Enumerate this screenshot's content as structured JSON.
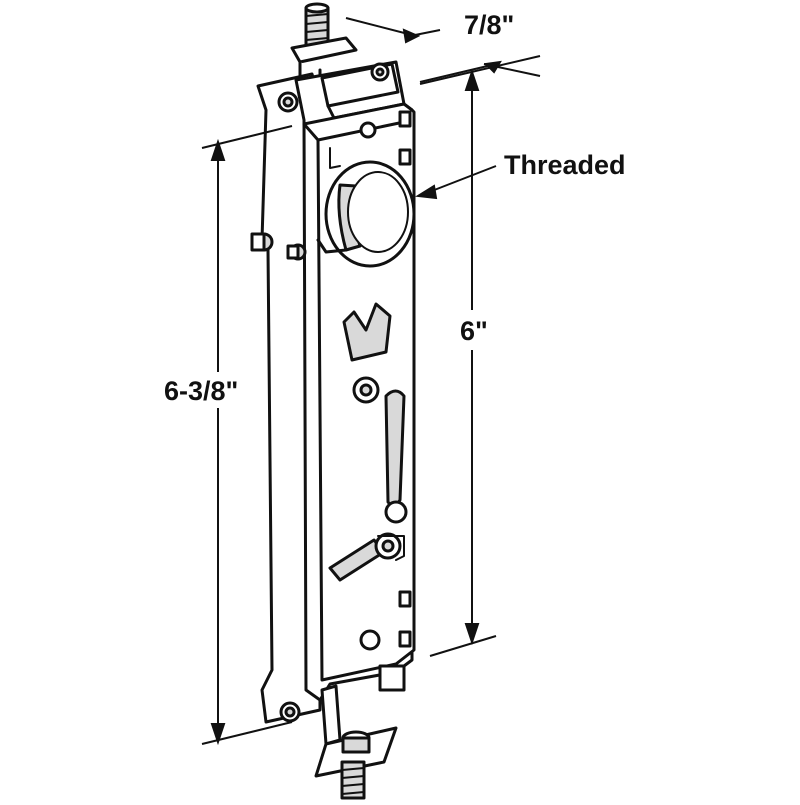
{
  "labels": {
    "depth": "7/8\"",
    "threaded": "Threaded",
    "hole_spacing": "6\"",
    "overall_height": "6-3/8\""
  },
  "colors": {
    "line": "#111111",
    "fill": "#ffffff",
    "shade": "#d9d9d9"
  }
}
